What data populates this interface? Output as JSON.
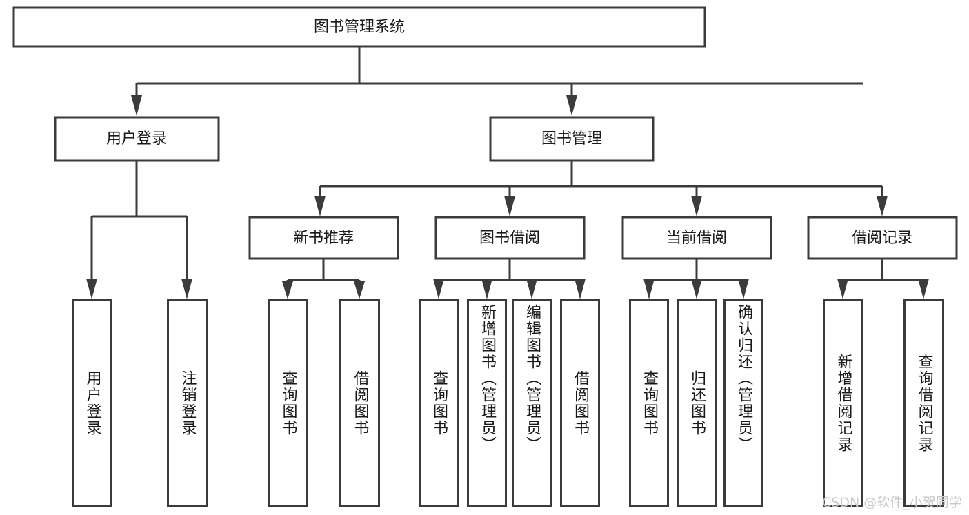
{
  "diagram": {
    "type": "tree",
    "title": "图书管理系统",
    "watermark": "CSDN @软件_小贺同学",
    "colors": {
      "stroke": "#3b3b3b",
      "fill": "#ffffff",
      "text": "#1a1a1a",
      "watermark": "#c9c9c9",
      "background": "#ffffff"
    },
    "root": {
      "label": "图书管理系统"
    },
    "level2": [
      {
        "label": "用户登录"
      },
      {
        "label": "图书管理"
      }
    ],
    "level3": [
      {
        "label": "新书推荐"
      },
      {
        "label": "图书借阅"
      },
      {
        "label": "当前借阅"
      },
      {
        "label": "借阅记录"
      }
    ],
    "leaves": [
      {
        "label": "用户登录",
        "parent": "用户登录"
      },
      {
        "label": "注销登录",
        "parent": "用户登录"
      },
      {
        "label": "查询图书",
        "parent": "新书推荐"
      },
      {
        "label": "借阅图书",
        "parent": "新书推荐"
      },
      {
        "label": "查询图书",
        "parent": "图书借阅"
      },
      {
        "label": "新增图书（管理员）",
        "parent": "图书借阅"
      },
      {
        "label": "编辑图书（管理员）",
        "parent": "图书借阅"
      },
      {
        "label": "借阅图书",
        "parent": "图书借阅"
      },
      {
        "label": "查询图书",
        "parent": "当前借阅"
      },
      {
        "label": "归还图书",
        "parent": "当前借阅"
      },
      {
        "label": "确认归还（管理员）",
        "parent": "当前借阅"
      },
      {
        "label": "新增借阅记录",
        "parent": "借阅记录"
      },
      {
        "label": "查询借阅记录",
        "parent": "借阅记录"
      }
    ]
  }
}
